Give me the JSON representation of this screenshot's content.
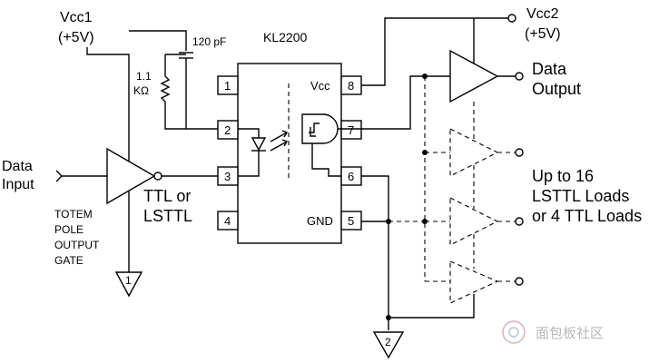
{
  "labels": {
    "vcc1": "Vcc1",
    "vcc1_volt": "(+5V)",
    "vcc2": "Vcc2",
    "vcc2_volt": "(+5V)",
    "cap": "120 pF",
    "resistor_top": "1.1",
    "resistor_unit": "KΩ",
    "chip": "KL2200",
    "vcc_pin_label": "Vcc",
    "gnd_pin_label": "GND",
    "data_input_1": "Data",
    "data_input_2": "Input",
    "ttl_1": "TTL or",
    "ttl_2": "LSTTL",
    "totem_1": "TOTEM",
    "totem_2": "POLE",
    "totem_3": "OUTPUT",
    "totem_4": "GATE",
    "data_output_1": "Data",
    "data_output_2": "Output",
    "loads_1": "Up to 16",
    "loads_2": "LSTTL Loads",
    "loads_3": "or 4 TTL Loads",
    "ground1": "1",
    "ground2": "2",
    "watermark": "面包板社区"
  },
  "pins": [
    "1",
    "2",
    "3",
    "4",
    "5",
    "6",
    "7",
    "8"
  ]
}
